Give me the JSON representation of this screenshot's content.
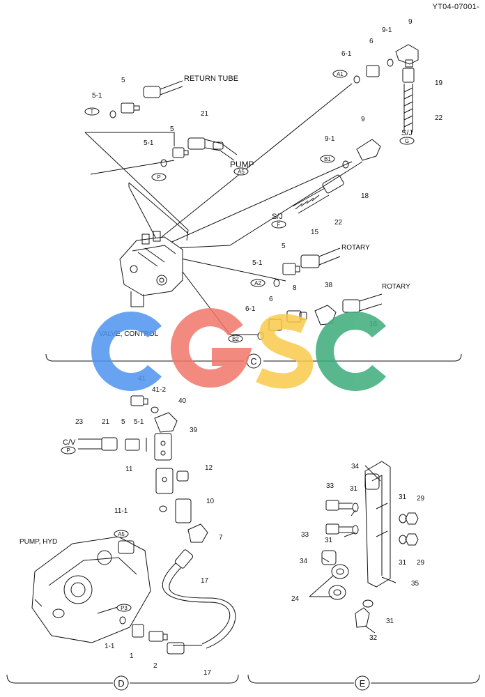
{
  "doc_number": "YT04-07001-",
  "sections": {
    "c": {
      "name": "VALVE, CONTROL",
      "marker": "C"
    },
    "d": {
      "name": "PUMP, HYD",
      "marker": "D"
    },
    "e": {
      "marker": "E"
    }
  },
  "callouts": {
    "t": "T",
    "p": "P",
    "a5": "A5",
    "a1": "A1",
    "b1": "B1",
    "f": "F",
    "g": "G",
    "a2": "A2",
    "b2": "B2",
    "p3": "P3",
    "cv_p": "P",
    "a5_lower": "A5"
  },
  "labels": {
    "return_tube": "RETURN TUBE",
    "pump": "PUMP",
    "sj_f": "S/J",
    "sj_g": "S/J",
    "rotary_1": "ROTARY",
    "rotary_2": "ROTARY",
    "cv": "C/V"
  },
  "part_numbers": {
    "p5_top": "5",
    "p5_1_top": "5-1",
    "p21_top": "21",
    "p5_mid": "5",
    "p5_1_mid": "5-1",
    "p6_1_a1": "6-1",
    "p6_a1": "6",
    "p9_1_a1": "9-1",
    "p9_a1": "9",
    "p19": "19",
    "p22_g": "22",
    "p9_b1": "9",
    "p9_1_b1": "9-1",
    "p18": "18",
    "p22_f": "22",
    "p15": "15",
    "p5_a2": "5",
    "p5_1_a2": "5-1",
    "p38": "38",
    "p8": "8",
    "p6_b2": "6",
    "p6_1_b2": "6-1",
    "p16": "16",
    "p41": "41",
    "p41_2": "41-2",
    "p40": "40",
    "p23": "23",
    "p21_d": "21",
    "p5_d": "5",
    "p5_1_d": "5-1",
    "p39": "39",
    "p11": "11",
    "p12": "12",
    "p11_1": "11-1",
    "p10": "10",
    "p7": "7",
    "p17_a": "17",
    "p1_1": "1-1",
    "p1": "1",
    "p2": "2",
    "p17_b": "17",
    "p34_top": "34",
    "p33_top": "33",
    "p31_a": "31",
    "p31_b": "31",
    "p29_a": "29",
    "p33_bot": "33",
    "p31_c": "31",
    "p31_d": "31",
    "p29_b": "29",
    "p34_bot": "34",
    "p35": "35",
    "p24": "24",
    "p31_e": "31",
    "p32": "32"
  },
  "watermark": {
    "text": "CGSC",
    "colors": [
      "#4e94f0",
      "#f0766a",
      "#f8c94a",
      "#3cab7a"
    ]
  }
}
